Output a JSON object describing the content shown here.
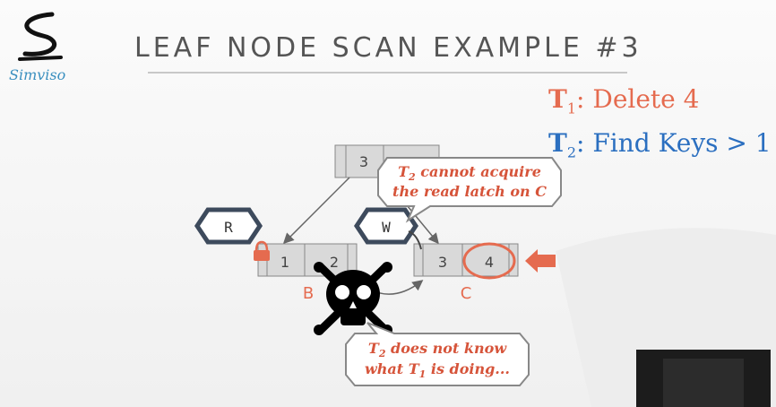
{
  "brand": {
    "name": "Simviso"
  },
  "slide": {
    "title": "LEAF NODE SCAN EXAMPLE #3"
  },
  "ops": [
    {
      "txn": "T",
      "sub": "1",
      "text": ": Delete 4",
      "color": "#e56b4f"
    },
    {
      "txn": "T",
      "sub": "2",
      "text": ": Find Keys > 1",
      "color": "#2b6fc0"
    }
  ],
  "tree": {
    "root_key": "3",
    "leaf_b": {
      "keys": [
        "1",
        "2"
      ],
      "label": "B"
    },
    "leaf_c": {
      "keys": [
        "3",
        "4"
      ],
      "label": "C"
    }
  },
  "latches": {
    "read": "R",
    "write": "W"
  },
  "callouts": {
    "top": {
      "prefix": "T",
      "sub": "2",
      "line1_rest": " cannot acquire",
      "line2": "the read latch on C"
    },
    "bottom": {
      "prefix": "T",
      "sub": "2",
      "line1_rest": " does not know",
      "line2_pre": "what T",
      "line2_sub": "1",
      "line2_post": " is doing..."
    }
  },
  "colors": {
    "accent": "#e56b4f",
    "blue": "#2b6fc0",
    "latch_border": "#3d4a5c"
  }
}
